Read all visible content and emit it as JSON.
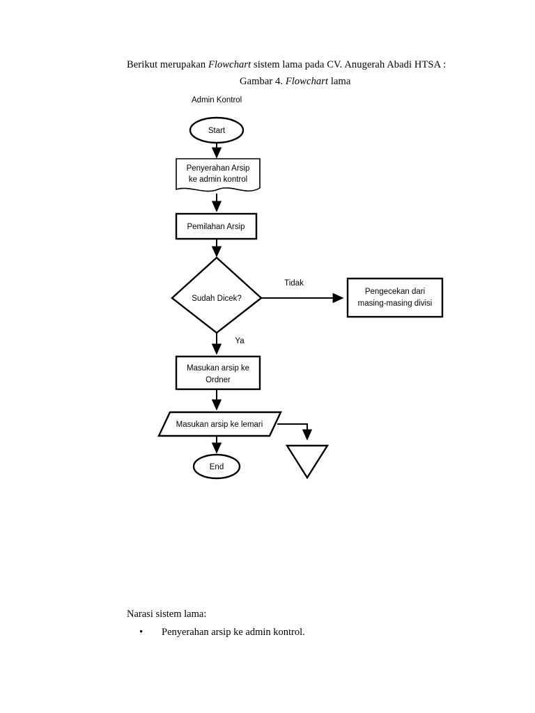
{
  "document": {
    "intro": {
      "before": "Berikut merupakan ",
      "italic": "Flowchart",
      "after": " sistem lama pada CV. Anugerah Abadi HTSA :"
    },
    "caption": {
      "before": "Gambar 4. ",
      "italic": "Flowchart",
      "after": " lama"
    },
    "narration_heading": "Narasi sistem lama:",
    "narration_items": [
      {
        "bullet": "•",
        "text": "Penyerahan arsip ke admin kontrol."
      }
    ]
  },
  "flowchart": {
    "swimlane_label": "Admin Kontrol",
    "colors": {
      "stroke": "#000000",
      "fill": "#ffffff",
      "text": "#000000"
    },
    "nodes": [
      {
        "id": "start",
        "shape": "ellipse",
        "label": "Start"
      },
      {
        "id": "penyerahan",
        "shape": "document",
        "label_line1": "Penyerahan Arsip",
        "label_line2": "ke admin kontrol"
      },
      {
        "id": "pemilahan",
        "shape": "rectangle",
        "label": "Pemilahan Arsip"
      },
      {
        "id": "dicek",
        "shape": "diamond",
        "label": "Sudah Dicek?"
      },
      {
        "id": "pengecekan",
        "shape": "rectangle",
        "label_line1": "Pengecekan dari",
        "label_line2": "masing-masing divisi"
      },
      {
        "id": "ordner",
        "shape": "rectangle",
        "label_line1": "Masukan arsip ke",
        "label_line2": "Ordner"
      },
      {
        "id": "lemari",
        "shape": "parallelogram",
        "label": "Masukan arsip ke lemari"
      },
      {
        "id": "end",
        "shape": "ellipse",
        "label": "End"
      },
      {
        "id": "merge",
        "shape": "triangle-down",
        "label": ""
      }
    ],
    "edge_labels": {
      "tidak": "Tidak",
      "ya": "Ya"
    }
  },
  "chart_data": {
    "type": "diagram",
    "title": "Flowchart lama",
    "nodes": [
      {
        "id": "start",
        "type": "terminator",
        "text": "Start"
      },
      {
        "id": "penyerahan",
        "type": "document",
        "text": "Penyerahan Arsip ke admin kontrol"
      },
      {
        "id": "pemilahan",
        "type": "process",
        "text": "Pemilahan Arsip"
      },
      {
        "id": "dicek",
        "type": "decision",
        "text": "Sudah Dicek?"
      },
      {
        "id": "pengecekan",
        "type": "process",
        "text": "Pengecekan dari masing-masing divisi"
      },
      {
        "id": "ordner",
        "type": "process",
        "text": "Masukan arsip ke Ordner"
      },
      {
        "id": "lemari",
        "type": "data",
        "text": "Masukan arsip ke lemari"
      },
      {
        "id": "end",
        "type": "terminator",
        "text": "End"
      },
      {
        "id": "merge",
        "type": "merge",
        "text": ""
      }
    ],
    "edges": [
      {
        "from": "start",
        "to": "penyerahan",
        "label": ""
      },
      {
        "from": "penyerahan",
        "to": "pemilahan",
        "label": ""
      },
      {
        "from": "pemilahan",
        "to": "dicek",
        "label": ""
      },
      {
        "from": "dicek",
        "to": "pengecekan",
        "label": "Tidak"
      },
      {
        "from": "dicek",
        "to": "ordner",
        "label": "Ya"
      },
      {
        "from": "ordner",
        "to": "lemari",
        "label": ""
      },
      {
        "from": "lemari",
        "to": "end",
        "label": ""
      },
      {
        "from": "lemari",
        "to": "merge",
        "label": ""
      }
    ]
  }
}
